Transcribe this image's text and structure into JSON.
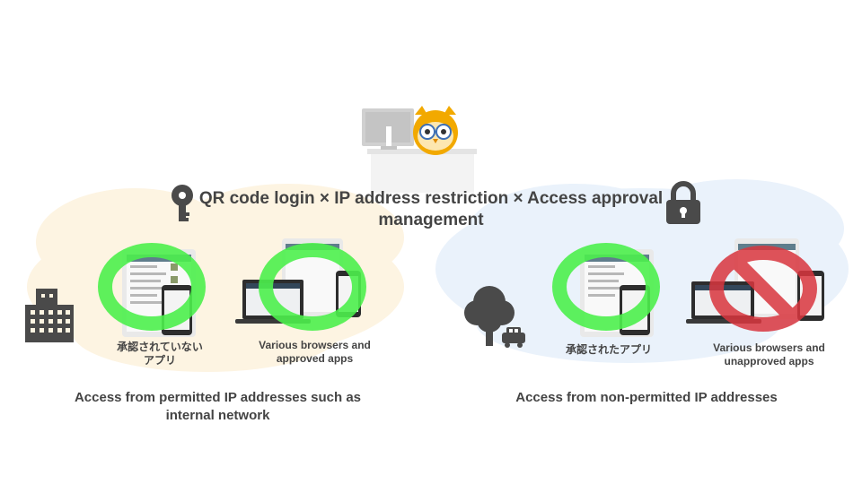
{
  "title": "QR code login × IP address restriction × Access approval management",
  "left": {
    "heading": "Access from permitted IP addresses such as internal network",
    "caption1": "承認されていない\nアプリ",
    "caption2": "Various browsers and approved apps",
    "building_icon": "building-icon",
    "key_icon": "key-icon",
    "status": "allowed"
  },
  "right": {
    "heading": "Access from non-permitted IP addresses",
    "caption1": "承認されたアプリ",
    "caption2": "Various browsers and unapproved apps",
    "tree_icon": "tree-car-icon",
    "lock_icon": "lock-icon",
    "status": "restricted"
  },
  "colors": {
    "left_cloud": "#fdf4e2",
    "right_cloud": "#eaf2fb",
    "ok": "#4cf04c",
    "deny": "#d9363e",
    "icon": "#4a4a4a",
    "owl": "#f2a900"
  }
}
